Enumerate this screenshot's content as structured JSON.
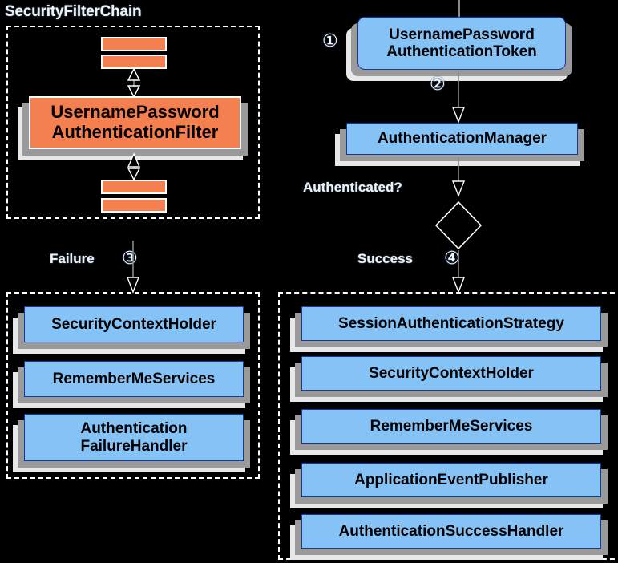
{
  "diagram": {
    "title_filter_chain": "SecurityFilterChain",
    "labels": {
      "authenticated": "Authenticated?",
      "failure": "Failure",
      "success": "Success"
    },
    "steps": {
      "one": "①",
      "two": "②",
      "three": "③",
      "four": "④"
    },
    "filter_chain": {
      "filter_node": "UsernamePassword\nAuthenticationFilter",
      "filter_node_line1": "UsernamePassword",
      "filter_node_line2": "AuthenticationFilter"
    },
    "flow": {
      "token": "UsernamePassword\nAuthenticationToken",
      "token_line1": "UsernamePassword",
      "token_line2": "AuthenticationToken",
      "manager": "AuthenticationManager"
    },
    "failure_group": [
      {
        "label": "SecurityContextHolder"
      },
      {
        "label": "RememberMeServices"
      },
      {
        "label": "Authentication\nFailureHandler",
        "line1": "Authentication",
        "line2": "FailureHandler"
      }
    ],
    "success_group": [
      {
        "label": "SessionAuthenticationStrategy"
      },
      {
        "label": "SecurityContextHolder"
      },
      {
        "label": "RememberMeServices"
      },
      {
        "label": "ApplicationEventPublisher"
      },
      {
        "label": "AuthenticationSuccessHandler"
      }
    ],
    "colors": {
      "background": "#000000",
      "node_blue": "#85c2f5",
      "node_blue_border": "#16389b",
      "node_orange": "#f5804f",
      "node_orange_border": "#ffffff",
      "shadow_near": "#9a9a9a",
      "shadow_far": "#e8e8e8",
      "connector": "#8a8a8a",
      "group_border": "#ffffff",
      "text_on_dark": "#f2f2f2"
    }
  }
}
